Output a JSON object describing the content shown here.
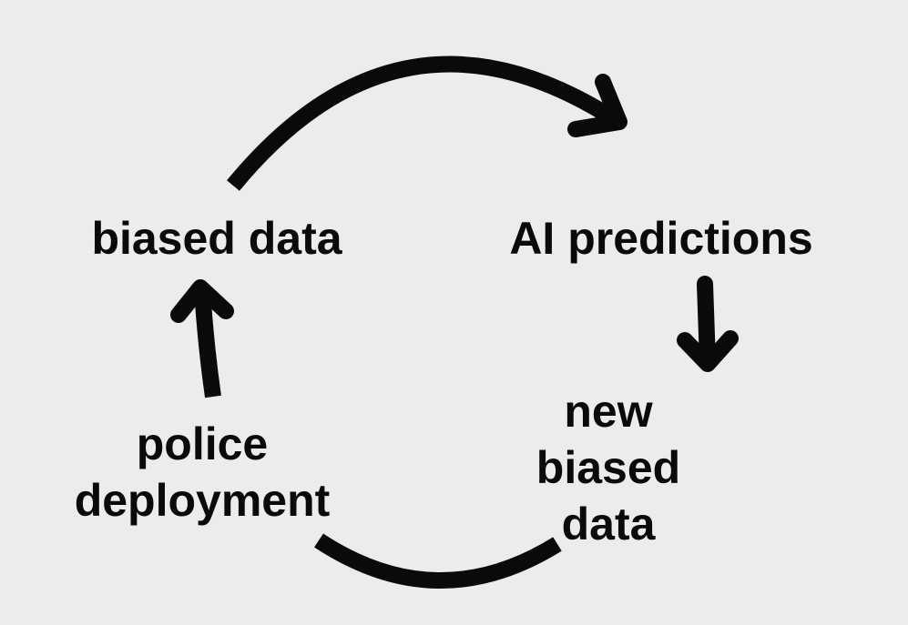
{
  "nodes": {
    "biased_data": "biased data",
    "ai_predictions": "AI predictions",
    "new_biased_data": [
      "new",
      "biased",
      "data"
    ],
    "police_deployment": [
      "police",
      "deployment"
    ]
  },
  "colors": {
    "background": "#ececec",
    "ink": "#0a0a0a"
  }
}
